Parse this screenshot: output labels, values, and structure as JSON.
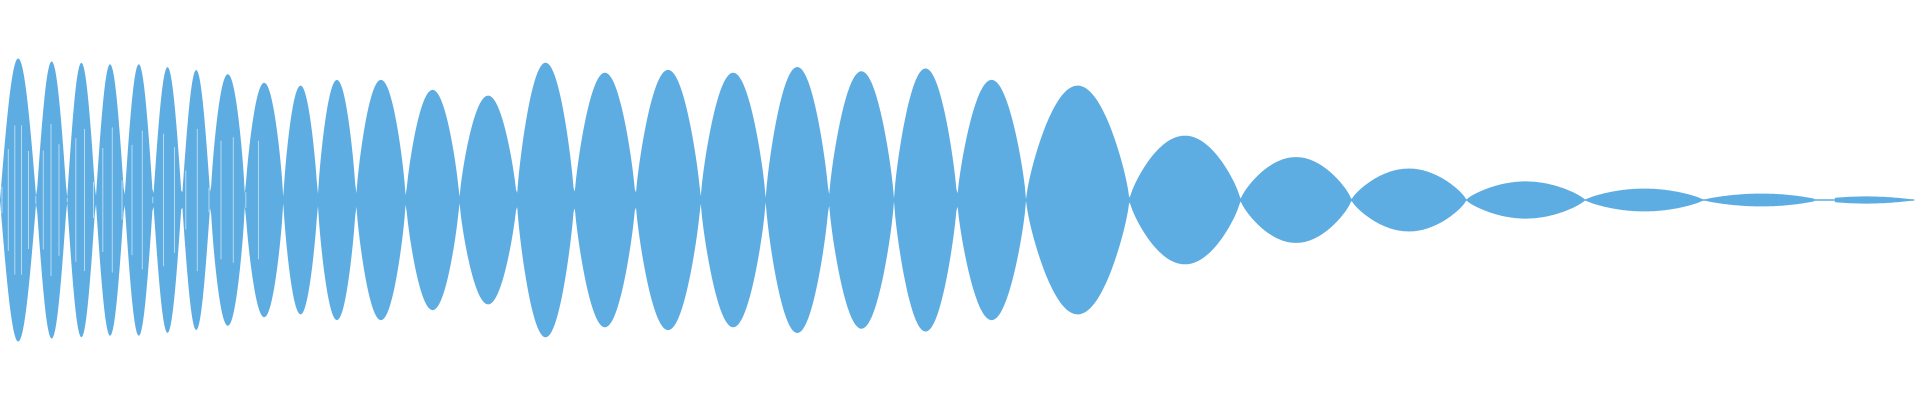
{
  "waveform": {
    "color": "#5dade2",
    "background": "#ffffff",
    "description_free": true,
    "envelope": {
      "lobe_boundaries": [
        0,
        0.019,
        0.035,
        0.05,
        0.065,
        0.08,
        0.095,
        0.11,
        0.128,
        0.148,
        0.166,
        0.186,
        0.212,
        0.24,
        0.27,
        0.3,
        0.332,
        0.366,
        0.4,
        0.433,
        0.467,
        0.5,
        0.536,
        0.59,
        0.648,
        0.706,
        0.766,
        0.828,
        0.89,
        0.95,
        1.0
      ],
      "lobe_amplitudes": [
        0.99,
        0.97,
        0.96,
        0.95,
        0.95,
        0.93,
        0.91,
        0.88,
        0.82,
        0.8,
        0.84,
        0.84,
        0.77,
        0.73,
        0.96,
        0.89,
        0.91,
        0.89,
        0.93,
        0.9,
        0.92,
        0.84,
        0.8,
        0.45,
        0.3,
        0.22,
        0.13,
        0.08,
        0.045,
        0.025
      ],
      "dense_section_end": 0.11,
      "silent_gap": [
        0.948,
        0.958
      ]
    }
  }
}
